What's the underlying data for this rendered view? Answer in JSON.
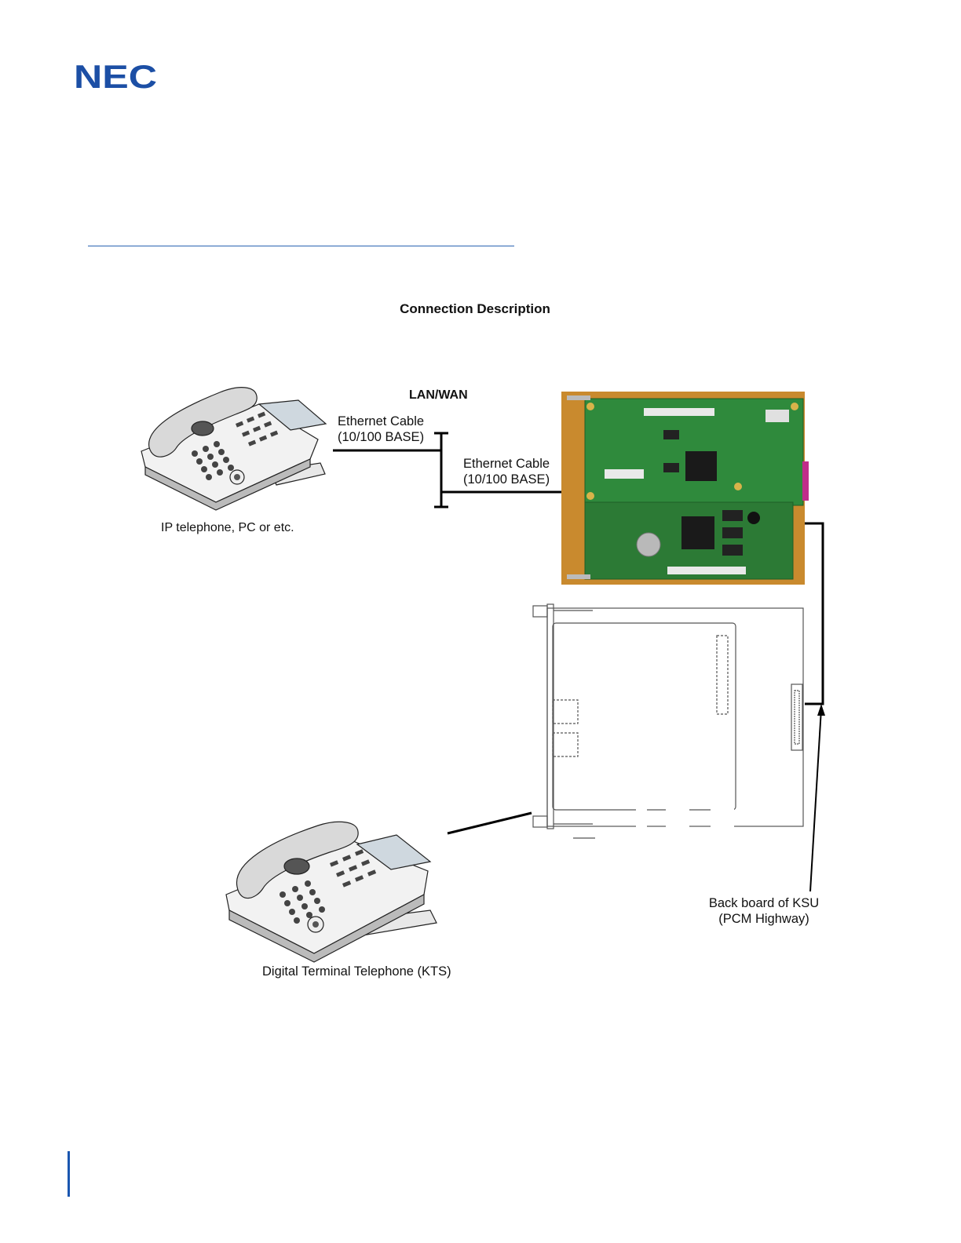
{
  "logo": {
    "text": "NEC",
    "color": "#1c4fa5"
  },
  "colors": {
    "accent": "#2a63b2",
    "board_background": "#c98a2e",
    "pcb_green": "#2f8a3c"
  },
  "figure": {
    "caption": "Connection Description",
    "labels": {
      "lan_wan": "LAN/WAN",
      "ethernet_cable_1_line1": "Ethernet Cable",
      "ethernet_cable_1_line2": "(10/100 BASE)",
      "ethernet_cable_2_line1": "Ethernet Cable",
      "ethernet_cable_2_line2": "(10/100 BASE)",
      "ip_telephone": "IP telephone, PC or etc.",
      "back_board_line1": "Back board of KSU",
      "back_board_line2": "(PCM Highway)",
      "digital_terminal": "Digital Terminal Telephone (KTS)"
    },
    "icons": [
      "ip-telephone-icon",
      "circuit-board-photo",
      "card-outline-drawing",
      "digital-telephone-icon"
    ]
  }
}
